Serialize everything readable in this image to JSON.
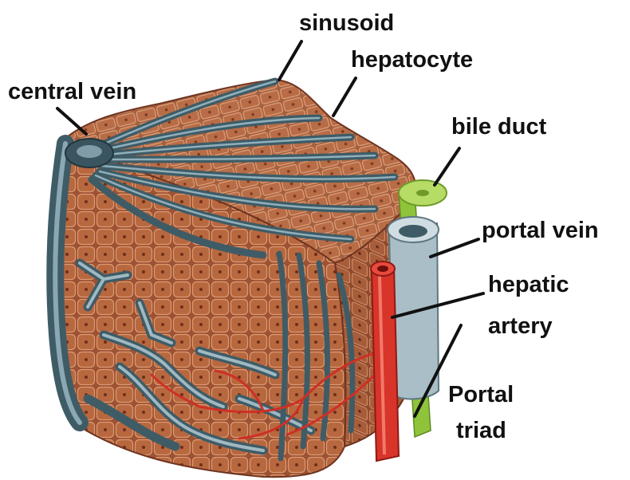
{
  "labels": {
    "sinusoid": "sinusoid",
    "hepatocyte": "hepatocyte",
    "central_vein": "central vein",
    "bile_duct": "bile duct",
    "portal_vein": "portal vein",
    "hepatic_artery_line1": "hepatic",
    "hepatic_artery_line2": "artery",
    "portal_triad_line1": "Portal",
    "portal_triad_line2": "triad"
  },
  "colors": {
    "tissue": "#a0583a",
    "tissue_dark": "#6e3420",
    "cell_border": "#d9946a",
    "vessel": "#3f5c66",
    "vessel_light": "#9bb3bd",
    "artery": "#d8342a",
    "bile_duct": "#9ccc3c",
    "portal_vein": "#a9bec6"
  }
}
